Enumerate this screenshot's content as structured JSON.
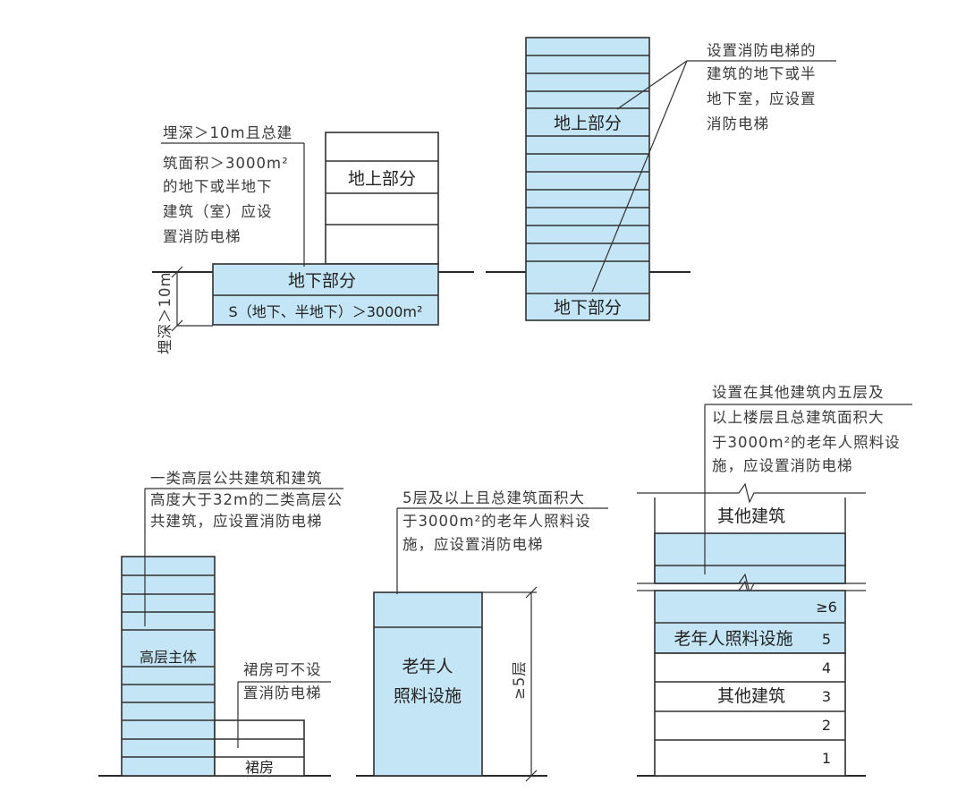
{
  "diagram1": {
    "note_lines": [
      "埋深＞10m且总建",
      "筑面积＞3000m²",
      "的地下或半地下",
      "建筑（室）应设",
      "置消防电梯"
    ],
    "above_label": "地上部分",
    "below_label": "地下部分",
    "area_label": "S（地下、半地下）＞3000m²",
    "depth_label": "埋深＞10m"
  },
  "diagram2": {
    "note_lines": [
      "设置消防电梯的",
      "建筑的地下或半",
      "地下室，应设置",
      "消防电梯"
    ],
    "above_label": "地上部分",
    "below_label": "地下部分"
  },
  "diagram3": {
    "note_lines": [
      "一类高层公共建筑和建筑",
      "高度大于32m的二类高层公",
      "共建筑，应设置消防电梯"
    ],
    "tower_label": "高层主体",
    "podium_note_lines": [
      "裙房可不设",
      "置消防电梯"
    ],
    "podium_label": "裙房"
  },
  "diagram4": {
    "note_lines": [
      "5层及以上且总建筑面积大",
      "于3000m²的老年人照料设",
      "施，应设置消防电梯"
    ],
    "label_lines": [
      "老年人",
      "照料设施"
    ],
    "height_label": "≥5层"
  },
  "diagram5": {
    "note_lines": [
      "设置在其他建筑内五层及",
      "以上楼层且总建筑面积大",
      "于3000m²的老年人照料设",
      "施，应设置消防电梯"
    ],
    "top_label": "其他建筑",
    "facility_label": "老年人照料设施",
    "lower_label": "其他建筑",
    "floor_numbers": [
      "≥6",
      "5",
      "4",
      "3",
      "2",
      "1"
    ]
  }
}
